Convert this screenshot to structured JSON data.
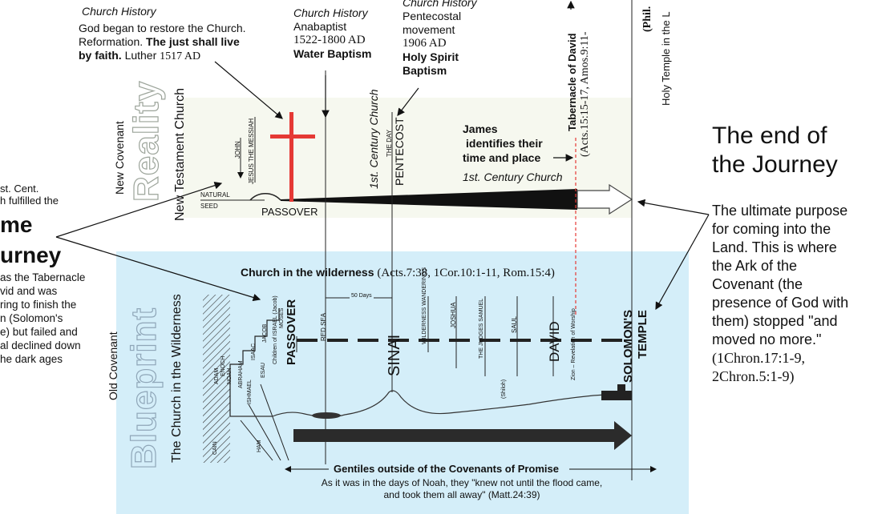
{
  "top_notes": {
    "reformation": {
      "heading": "Church History",
      "line1": "God began to restore the Church.",
      "line2a": "Reformation.",
      "line2b": "The just shall live",
      "line3a": "by faith.",
      "line3b": "Luther",
      "line3c": "1517 AD"
    },
    "anabaptist": {
      "heading": "Church History",
      "line1": "Anabaptist",
      "line2": "1522-1800 AD",
      "line3": "Water Baptism"
    },
    "pentecostal": {
      "heading": "Church History",
      "line1": "Pentecostal",
      "line2": "movement",
      "line3": "1906 AD",
      "line4": "Holy Spirit",
      "line5": "Baptism"
    }
  },
  "reality": {
    "big_word": "Reality",
    "new_covenant": "New Covenant",
    "new_testament_church": "New Testament Church",
    "first_century_church_vertical": "1st. Century Church",
    "first_century_church": "1st. Century Church",
    "the_day": "THE DAY",
    "pentecost": "PENTECOST",
    "passover": "PASSOVER",
    "natural": "NATURAL",
    "seed": "SEED",
    "john": "JOHN",
    "jesus": "JESUS THE MESSIAH",
    "james_1": "James",
    "james_2": "identifies their",
    "james_3": "time and place"
  },
  "tabernacle": {
    "label": "Tabernacle of David",
    "ref": "(Acts.15:15-17, Amos.9:11-"
  },
  "right_vertical": {
    "phil": "(Phil.",
    "holy_temple": "Holy Temple in the L"
  },
  "end_journey": {
    "title_1": "The end of",
    "title_2": "the Journey",
    "body_1": "The ultimate purpose",
    "body_2": "for coming into the",
    "body_3": "Land. This is where",
    "body_4": "the Ark of the",
    "body_5": "Covenant (the",
    "body_6": "presence of God with",
    "body_7": "them) stopped \"and",
    "body_8": "moved no more.\"",
    "ref_1": "(1Chron.17:1-9,",
    "ref_2": "2Chron.5:1-9)"
  },
  "left_partial": {
    "l1": "st. Cent.",
    "l2": "h fulfilled the",
    "big1": "me",
    "big2": "urney",
    "b1": "as the Tabernacle",
    "b2": "vid and was",
    "b3": "ring to finish the",
    "b4": "n (Solomon's",
    "b5": "e) but failed and",
    "b6": "al declined down",
    "b7": "he dark ages"
  },
  "blueprint": {
    "big_word": "Blueprint",
    "church_wilderness": "The Church in the Wilderness",
    "old_covenant": "Old Covenant",
    "wilderness_title": "Church in the wilderness",
    "wilderness_ref": "(Acts.7:38, 1Cor.10:1-11, Rom.15:4)",
    "fifty_days": "50 Days",
    "passover": "PASSOVER",
    "red_sea": "RED SEA",
    "sinai": "SINAI",
    "wilderness_wanderings": "WILDERNESS WANDERINGS",
    "joshua": "JOSHUA",
    "judges": "THE JUDGES SAMUEL",
    "saul": "SAUL",
    "david": "DAVID",
    "zion": "Zion – Revelation of Worship",
    "solomon_1": "SOLOMON'S",
    "solomon_2": "TEMPLE",
    "israel": "Children of ISRAEL (Jacob)",
    "moses": "MOSES",
    "jacob": "JACOB",
    "isaac": "ISAAC",
    "esau": "ESAU",
    "abraham": "ABRAHAM",
    "ishmael": "ISHMAEL",
    "noah": "NOAH",
    "enoch": "ENOCH",
    "adam": "ADAM",
    "cain": "CAIN",
    "ham": "HAM",
    "shiloh": "(Shiloh)",
    "gentiles": "Gentiles outside of the Covenants of Promise",
    "noah_1": "As it was in the days of Noah, they \"knew not until the flood came,",
    "noah_2": "and took them all away\" (Matt.24:39)"
  }
}
